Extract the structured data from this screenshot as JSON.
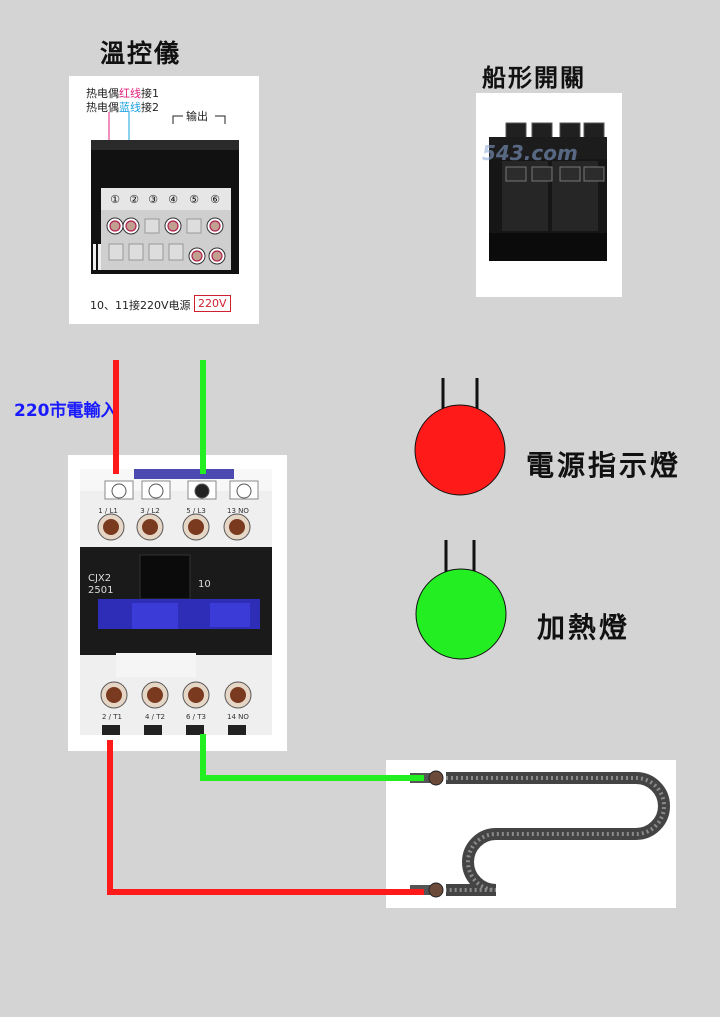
{
  "titles": {
    "controller": "溫控儀",
    "switch": "船形開關",
    "power_input": "220市電輸入",
    "power_lamp": "電源指示燈",
    "heat_lamp": "加熱燈"
  },
  "controller_panel": {
    "note_line1_prefix": "热电偶",
    "note_line1_color": "红线",
    "note_line1_suffix": "接1",
    "note_line2_prefix": "热电偶",
    "note_line2_color": "蓝线",
    "note_line2_suffix": "接2",
    "output_label": "输出",
    "terminal_numbers": [
      "①",
      "②",
      "③",
      "④",
      "⑤",
      "⑥"
    ],
    "power_note": "10、11接220V电源",
    "power_badge": "220V"
  },
  "switch_panel": {
    "watermark": "543.com"
  },
  "contactor": {
    "top_labels": [
      "1 / L1",
      "3 / L2",
      "5 / L3",
      "13 NO"
    ],
    "model": "CJX2\n2501",
    "model_line1": "CJX2",
    "model_line2": "2501",
    "rating": "10",
    "bottom_labels": [
      "2 / T1",
      "4 / T2",
      "6 / T3",
      "14 NO"
    ]
  },
  "colors": {
    "background": "#d4d4d4",
    "wire_red": "#ff1a1a",
    "wire_green": "#22ee22",
    "lamp_red": "#ff1a1a",
    "lamp_green": "#22ee22",
    "input_label": "#1a1aff",
    "note_red": "#e0207a",
    "note_blue": "#1aa0e0"
  }
}
